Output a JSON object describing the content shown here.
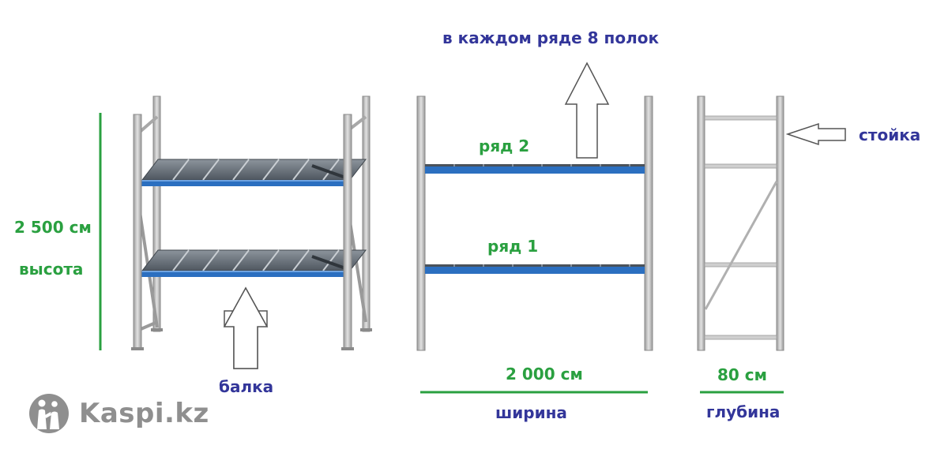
{
  "labels": {
    "height_value": "2 500 см",
    "height_caption": "высота",
    "beam": "балка",
    "shelves_note": "в каждом ряде 8 полок",
    "row2": "ряд 2",
    "row1": "ряд 1",
    "width_value": "2 000 см",
    "width_caption": "ширина",
    "post": "стойка",
    "depth_value": "80 см",
    "depth_caption": "глубина"
  },
  "logo": {
    "text": "Kaspi.kz"
  },
  "colors": {
    "green": "#2aa040",
    "blue_text": "#33369a",
    "beam_blue": "#2b6fc0",
    "frame_gray": "#b8b8b8",
    "deck_gray": "#6f7780",
    "logo_gray": "#8f8f8f"
  }
}
